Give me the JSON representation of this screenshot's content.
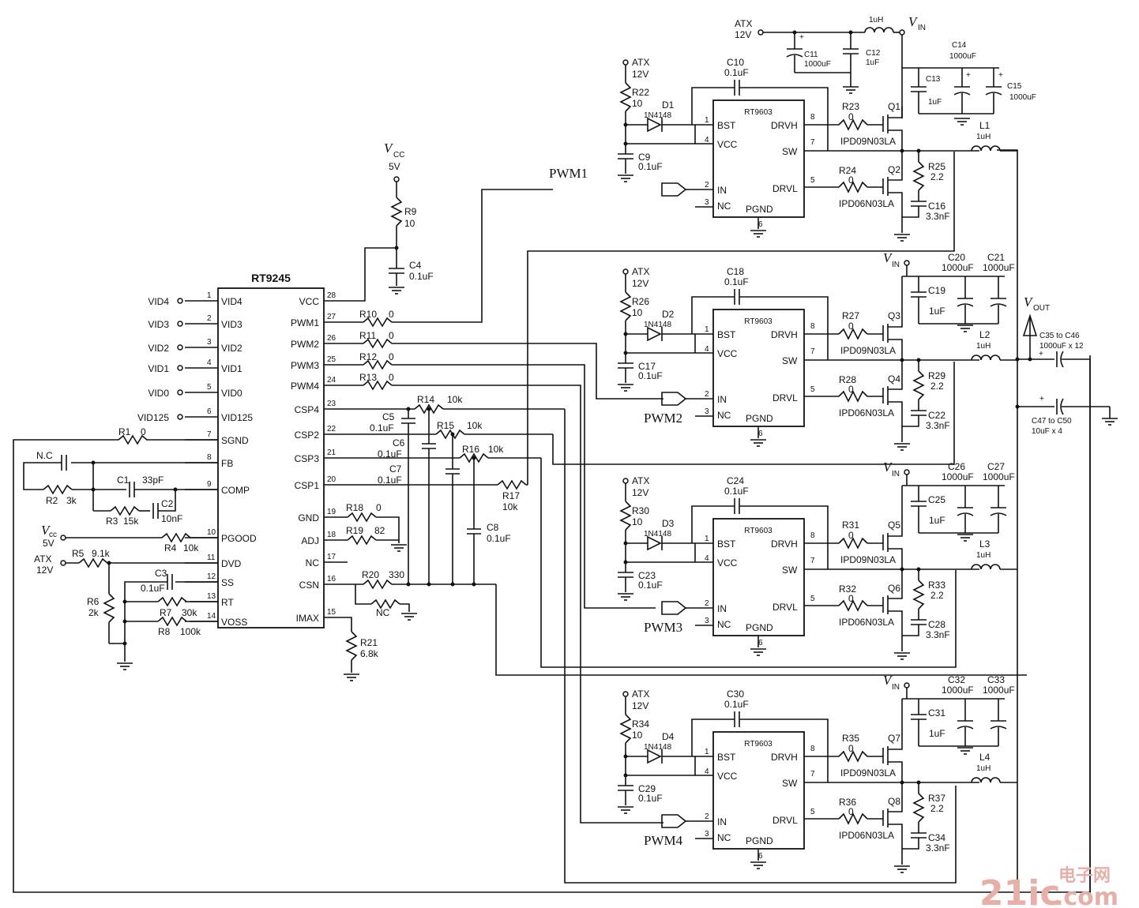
{
  "controller": {
    "name": "RT9245",
    "left_pins": [
      {
        "num": "1",
        "name": "VID4",
        "net": "VID4"
      },
      {
        "num": "2",
        "name": "VID3",
        "net": "VID3"
      },
      {
        "num": "3",
        "name": "VID2",
        "net": "VID2"
      },
      {
        "num": "4",
        "name": "VID1",
        "net": "VID1"
      },
      {
        "num": "5",
        "name": "VID0",
        "net": "VID0"
      },
      {
        "num": "6",
        "name": "VID125",
        "net": "VID125"
      },
      {
        "num": "7",
        "name": "SGND",
        "net": ""
      },
      {
        "num": "8",
        "name": "FB",
        "net": ""
      },
      {
        "num": "9",
        "name": "COMP",
        "net": ""
      },
      {
        "num": "10",
        "name": "PGOOD",
        "net": ""
      },
      {
        "num": "11",
        "name": "DVD",
        "net": ""
      },
      {
        "num": "12",
        "name": "SS",
        "net": ""
      },
      {
        "num": "13",
        "name": "RT",
        "net": ""
      },
      {
        "num": "14",
        "name": "VOSS",
        "net": ""
      }
    ],
    "right_pins": [
      {
        "num": "28",
        "name": "VCC"
      },
      {
        "num": "27",
        "name": "PWM1"
      },
      {
        "num": "26",
        "name": "PWM2"
      },
      {
        "num": "25",
        "name": "PWM3"
      },
      {
        "num": "24",
        "name": "PWM4"
      },
      {
        "num": "23",
        "name": "CSP4"
      },
      {
        "num": "22",
        "name": "CSP2"
      },
      {
        "num": "21",
        "name": "CSP3"
      },
      {
        "num": "20",
        "name": "CSP1"
      },
      {
        "num": "19",
        "name": "GND"
      },
      {
        "num": "18",
        "name": "ADJ"
      },
      {
        "num": "17",
        "name": "NC"
      },
      {
        "num": "16",
        "name": "CSN"
      },
      {
        "num": "15",
        "name": "IMAX"
      }
    ]
  },
  "ctrl_parts": {
    "vcc_a": "V",
    "vcc_b": "CC",
    "vcc_v": "5V",
    "r9": "R9",
    "r9v": "10",
    "c4": "C4",
    "c4v": "0.1uF",
    "r10": "R10",
    "r10v": "0",
    "r11": "R11",
    "r11v": "0",
    "r12": "R12",
    "r12v": "0",
    "r13": "R13",
    "r13v": "0",
    "r14": "R14",
    "r14v": "10k",
    "r15": "R15",
    "r15v": "10k",
    "r16": "R16",
    "r16v": "10k",
    "r17": "R17",
    "r17v": "10k",
    "c5": "C5",
    "c5v": "0.1uF",
    "c6": "C6",
    "c6v": "0.1uF",
    "c7": "C7",
    "c7v": "0.1uF",
    "c8": "C8",
    "c8v": "0.1uF",
    "r18": "R18",
    "r18v": "0",
    "r19": "R19",
    "r19v": "82",
    "r20": "R20",
    "r20v": "330",
    "nc": "NC",
    "r21": "R21",
    "r21v": "6.8k",
    "r1": "R1",
    "r1v": "0",
    "nc2": "N.C",
    "r2": "R2",
    "r2v": "3k",
    "c1": "C1",
    "c1v": "33pF",
    "c2": "C2",
    "c2v": "10nF",
    "r3": "R3",
    "r3v": "15k",
    "vcc2_a": "V",
    "vcc2_b": "cc",
    "vcc2_v": "5V",
    "r4": "R4",
    "r4v": "10k",
    "atx": "ATX",
    "atx_v": "12V",
    "r5": "R5",
    "r5v": "9.1k",
    "r6": "R6",
    "r6v": "2k",
    "c3": "C3",
    "c3v": "0.1uF",
    "r7": "R7",
    "r7v": "30k",
    "r8": "R8",
    "r8v": "100k"
  },
  "driver_pins": {
    "bst": "BST",
    "vcc": "VCC",
    "in": "IN",
    "nc": "NC",
    "drvh": "DRVH",
    "sw": "SW",
    "drvl": "DRVL",
    "pgnd": "PGND",
    "p1": "1",
    "p4": "4",
    "p2": "2",
    "p3": "3",
    "p8": "8",
    "p7": "7",
    "p5": "5",
    "p6": "6"
  },
  "phases": [
    {
      "driver": "RT9603",
      "pwm": "PWM1",
      "atx": "ATX",
      "atx_v": "12V",
      "r_bst": "R22",
      "r_bst_v": "10",
      "diode": "D1",
      "diode_v": "1N4148",
      "c_vcc": "C9",
      "c_vcc_v": "0.1uF",
      "c_boot": "C10",
      "c_boot_v": "0.1uF",
      "r_hi": "R23",
      "r_hi_v": "0",
      "q_hi": "Q1",
      "q_hi_v": "IPD09N03LA",
      "r_lo": "R24",
      "r_lo_v": "0",
      "q_lo": "Q2",
      "q_lo_v": "IPD06N03LA",
      "r_snub": "R25",
      "r_snub_v": "2.2",
      "c_snub": "C16",
      "c_snub_v": "3.3nF",
      "ind": "L1",
      "ind_v": "1uH"
    },
    {
      "driver": "RT9603",
      "pwm": "PWM2",
      "atx": "ATX",
      "atx_v": "12V",
      "r_bst": "R26",
      "r_bst_v": "10",
      "diode": "D2",
      "diode_v": "1N4148",
      "c_vcc": "C17",
      "c_vcc_v": "0.1uF",
      "c_boot": "C18",
      "c_boot_v": "0.1uF",
      "r_hi": "R27",
      "r_hi_v": "0",
      "q_hi": "Q3",
      "q_hi_v": "IPD09N03LA",
      "r_lo": "R28",
      "r_lo_v": "0",
      "q_lo": "Q4",
      "q_lo_v": "IPD06N03LA",
      "r_snub": "R29",
      "r_snub_v": "2.2",
      "c_snub": "C22",
      "c_snub_v": "3.3nF",
      "ind": "L2",
      "ind_v": "1uH",
      "vin_a": "V",
      "vin_b": "IN",
      "c_in": "C19",
      "c_in_v": "1uF",
      "c_bulk1": "C20",
      "c_bulk1_v": "1000uF",
      "c_bulk2": "C21",
      "c_bulk2_v": "1000uF"
    },
    {
      "driver": "RT9603",
      "pwm": "PWM3",
      "atx": "ATX",
      "atx_v": "12V",
      "r_bst": "R30",
      "r_bst_v": "10",
      "diode": "D3",
      "diode_v": "1N4148",
      "c_vcc": "C23",
      "c_vcc_v": "0.1uF",
      "c_boot": "C24",
      "c_boot_v": "0.1uF",
      "r_hi": "R31",
      "r_hi_v": "0",
      "q_hi": "Q5",
      "q_hi_v": "IPD09N03LA",
      "r_lo": "R32",
      "r_lo_v": "0",
      "q_lo": "Q6",
      "q_lo_v": "IPD06N03LA",
      "r_snub": "R33",
      "r_snub_v": "2.2",
      "c_snub": "C28",
      "c_snub_v": "3.3nF",
      "ind": "L3",
      "ind_v": "1uH",
      "vin_a": "V",
      "vin_b": "IN",
      "c_in": "C25",
      "c_in_v": "1uF",
      "c_bulk1": "C26",
      "c_bulk1_v": "1000uF",
      "c_bulk2": "C27",
      "c_bulk2_v": "1000uF"
    },
    {
      "driver": "RT9603",
      "pwm": "PWM4",
      "atx": "ATX",
      "atx_v": "12V",
      "r_bst": "R34",
      "r_bst_v": "10",
      "diode": "D4",
      "diode_v": "1N4148",
      "c_vcc": "C29",
      "c_vcc_v": "0.1uF",
      "c_boot": "C30",
      "c_boot_v": "0.1uF",
      "r_hi": "R35",
      "r_hi_v": "0",
      "q_hi": "Q7",
      "q_hi_v": "IPD09N03LA",
      "r_lo": "R36",
      "r_lo_v": "0",
      "q_lo": "Q8",
      "q_lo_v": "IPD06N03LA",
      "r_snub": "R37",
      "r_snub_v": "2.2",
      "c_snub": "C34",
      "c_snub_v": "3.3nF",
      "ind": "L4",
      "ind_v": "1uH",
      "vin_a": "V",
      "vin_b": "IN",
      "c_in": "C31",
      "c_in_v": "1uF",
      "c_bulk1": "C32",
      "c_bulk1_v": "1000uF",
      "c_bulk2": "C33",
      "c_bulk2_v": "1000uF"
    }
  ],
  "input_filter": {
    "atx": "ATX",
    "atx_v": "12V",
    "c11": "C11",
    "c11v": "1000uF",
    "c12": "C12",
    "c12v": "1uF",
    "l": "1uH",
    "vin_a": "V",
    "vin_b": "IN",
    "c13": "C13",
    "c13v": "1uF",
    "c14": "C14",
    "c14v": "1000uF",
    "c15": "C15",
    "c15v": "1000uF"
  },
  "output": {
    "vout_a": "V",
    "vout_b": "OUT",
    "c_main": "C35 to C46",
    "c_main_v": "1000uF x 12",
    "c_cer": "C47 to C50",
    "c_cer_v": "10uF x 4"
  },
  "watermark": {
    "brand": "21ic",
    "domain": ".com",
    "cn": "电子网"
  }
}
